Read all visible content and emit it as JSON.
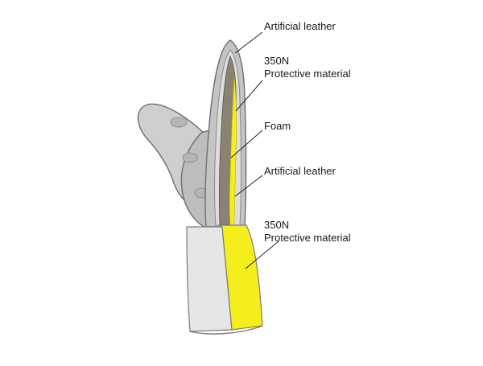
{
  "labels": [
    {
      "id": "artificial-leather-outer",
      "lines": [
        "Artificial leather"
      ]
    },
    {
      "id": "protective-material-finger",
      "lines": [
        "350N",
        "Protective material"
      ]
    },
    {
      "id": "foam",
      "lines": [
        "Foam"
      ]
    },
    {
      "id": "artificial-leather-inner",
      "lines": [
        "Artificial leather"
      ]
    },
    {
      "id": "protective-material-cuff",
      "lines": [
        "350N",
        "Protective material"
      ]
    }
  ],
  "colors": {
    "leather": "#c9c9c9",
    "leather_light": "#e2e2e2",
    "cuff": "#e6e6e6",
    "protective": "#f5ee1c",
    "foam": "#8a8374",
    "outline": "#6f6f6f",
    "text": "#1a1a1a",
    "leader": "#222222"
  }
}
